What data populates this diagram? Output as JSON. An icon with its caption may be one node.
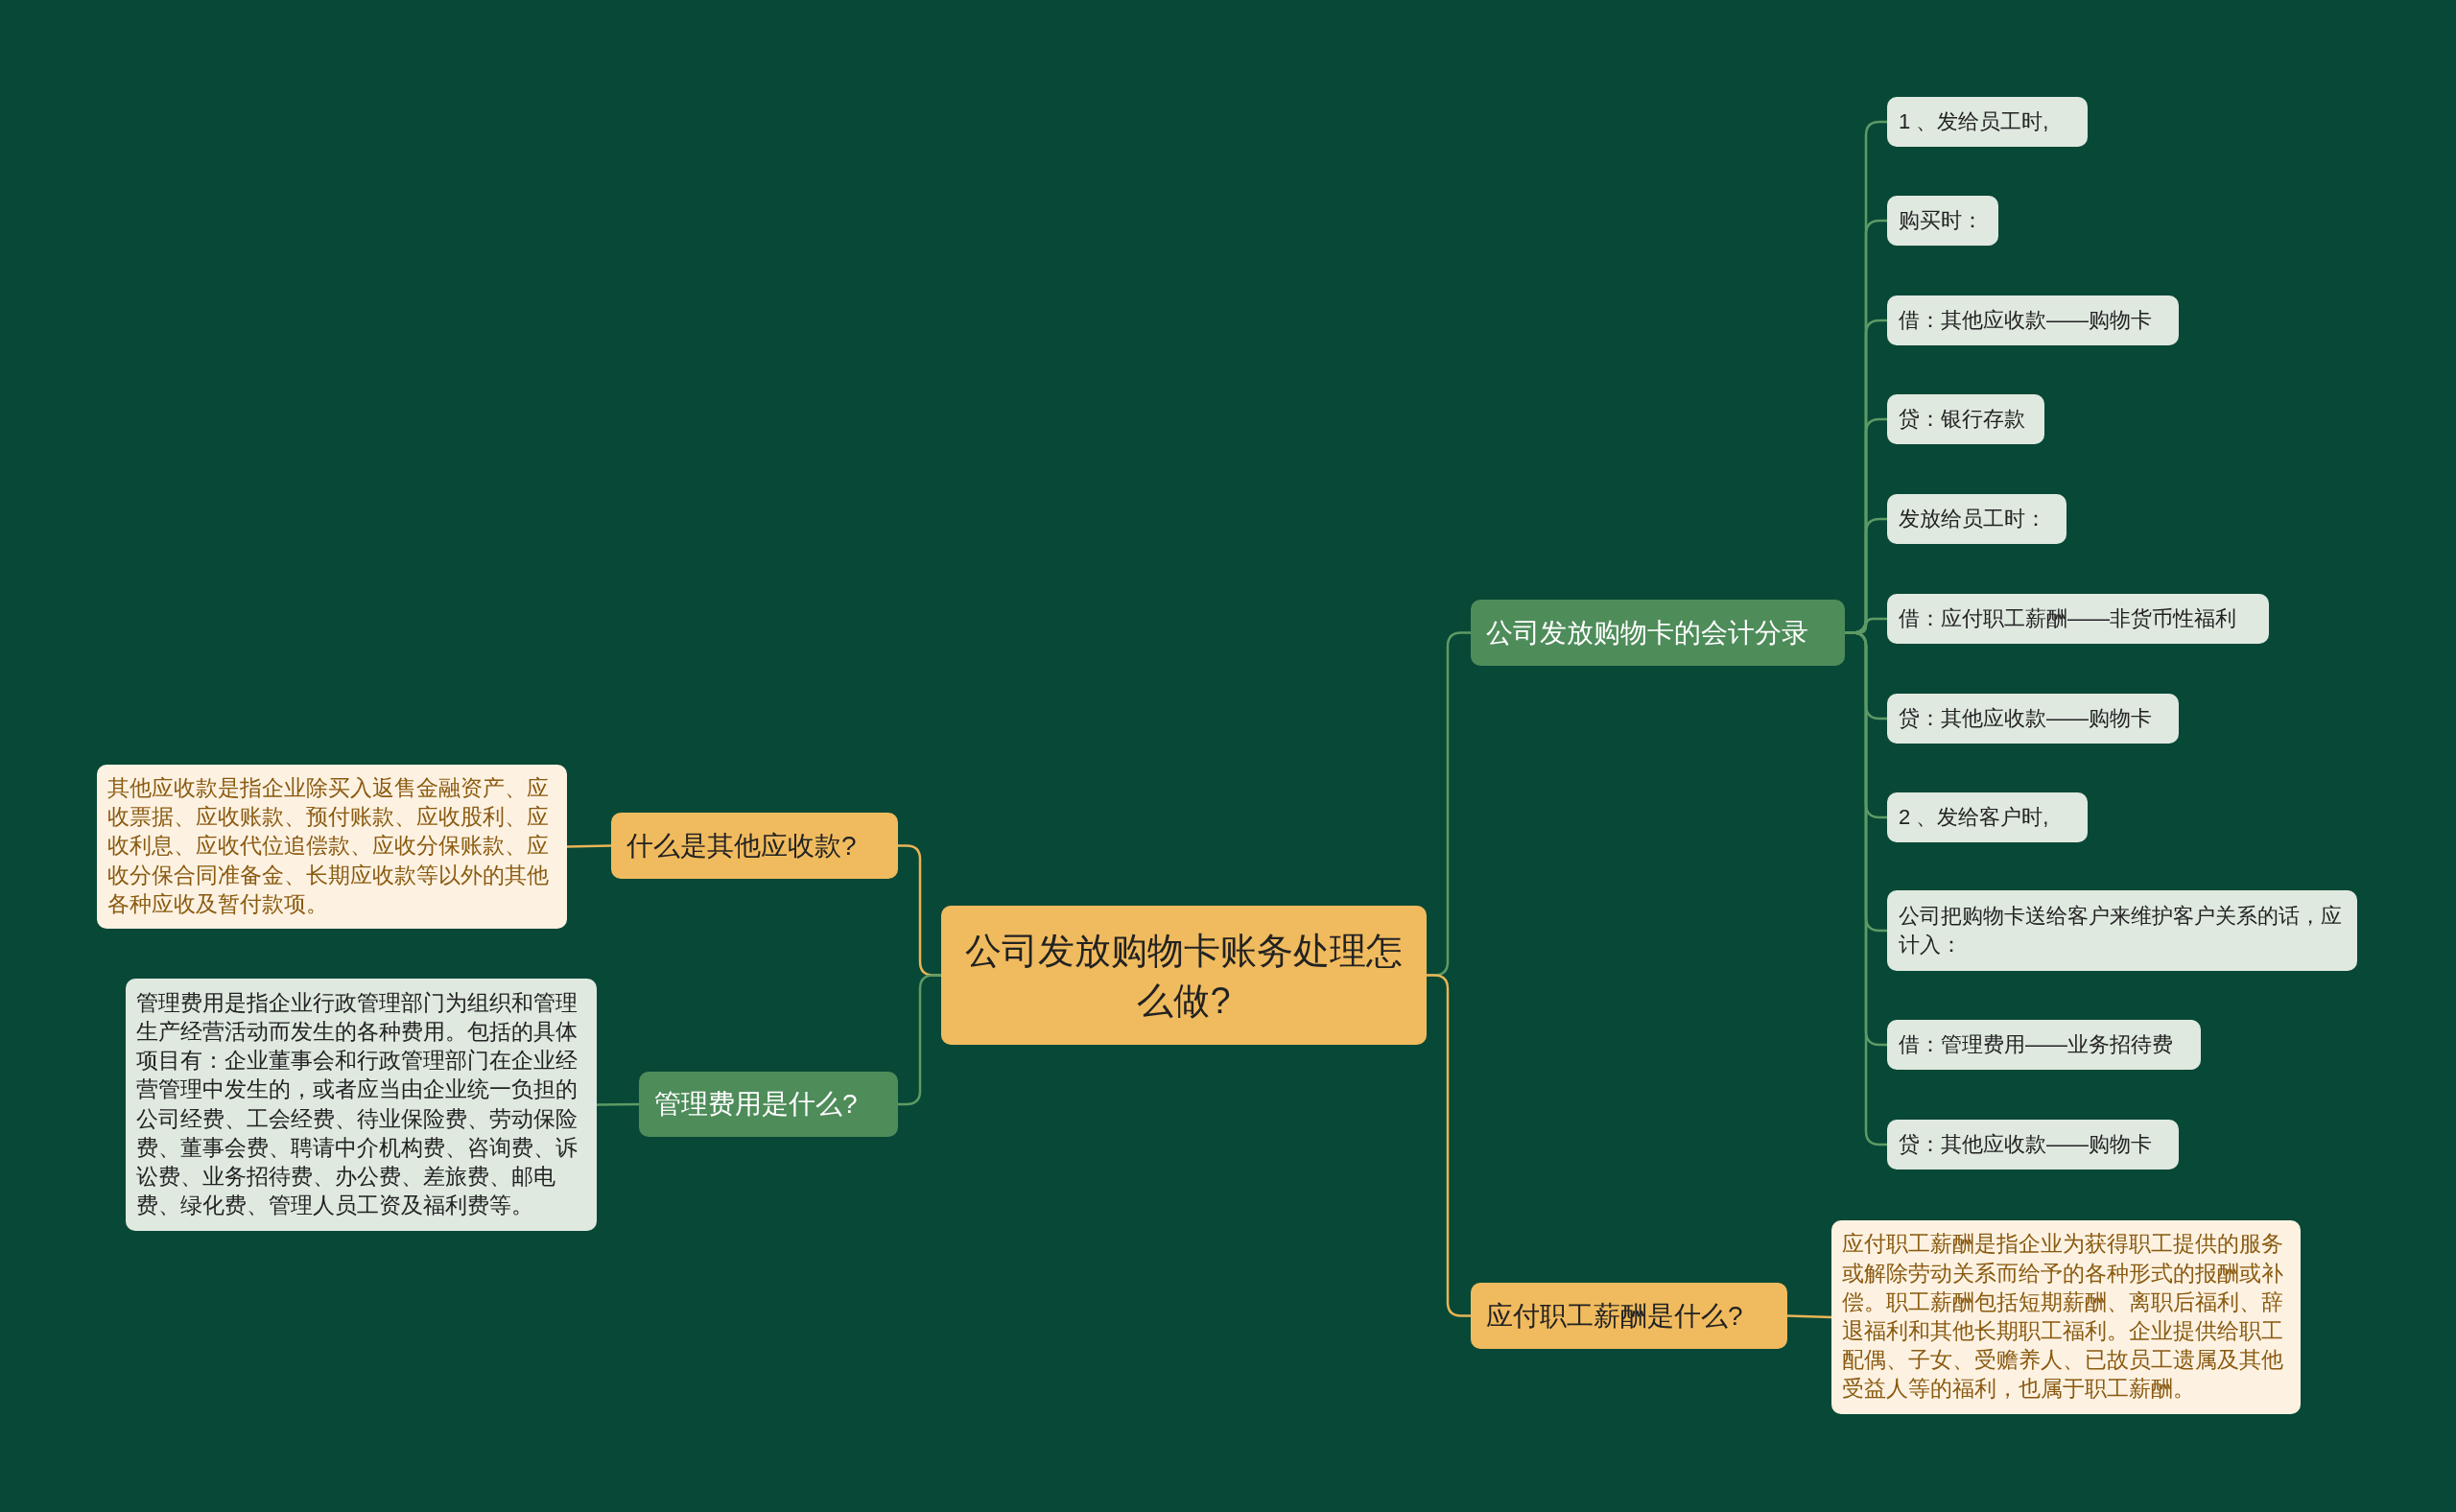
{
  "diagram": {
    "nodes": [
      {
        "text": [
          "公司发放购物卡账务处理怎么做?"
        ]
      },
      {
        "text": [
          "什么是其他应收款?"
        ]
      },
      {
        "text": [
          "其他应收款是指企业除买入返售金融资产、应收票据、应收账款、预付账款、应收股利、应收利息、应收代位追偿款、应收分保账款、应收分保合同准备金、长期应收款等以外的其他各种应收及暂付款项。"
        ]
      },
      {
        "text": [
          "管理费用是什么?"
        ]
      },
      {
        "text": [
          "管理费用是指企业行政管理部门为组织和管理生产经营活动而发生的各种费用。包括的具体项目有：企业董事会和行政管理部门在企业经营管理中发生的，或者应当由企业统一负担的公司经费、工会经费、待业保险费、劳动保险费、董事会费、聘请中介机构费、咨询费、诉讼费、业务招待费、办公费、差旅费、邮电费、绿化费、管理人员工资及福利费等。"
        ]
      },
      {
        "text": [
          "公司发放购物卡的会计分录"
        ]
      },
      {
        "text": [
          "1 、发给员工时,"
        ]
      },
      {
        "text": [
          "购买时："
        ]
      },
      {
        "text": [
          "借：其他应收款——购物卡"
        ]
      },
      {
        "text": [
          "贷：银行存款"
        ]
      },
      {
        "text": [
          "发放给员工时："
        ]
      },
      {
        "text": [
          "借：应付职工薪酬——非货币性福利"
        ]
      },
      {
        "text": [
          "贷：其他应收款——购物卡"
        ]
      },
      {
        "text": [
          "2 、发给客户时,"
        ]
      },
      {
        "text": [
          "公司把购物卡送给客户来维护客户关系的话，应计入："
        ]
      },
      {
        "text": [
          "借：管理费用——业务招待费"
        ]
      },
      {
        "text": [
          "贷：其他应收款——购物卡"
        ]
      },
      {
        "text": [
          "应付职工薪酬是什么?"
        ]
      },
      {
        "text": [
          "应付职工薪酬是指企业为获得职工提供的服务或解除劳动关系而给予的各种形式的报酬或补偿。职工薪酬包括短期薪酬、离职后福利、辞退福利和其他长期职工福利。企业提供给职工配偶、子女、受赡养人、已故员工遗属及其他受益人等的福利，也属于职工薪酬。"
        ]
      }
    ],
    "edges": [
      {
        "from": 0,
        "to": 1,
        "arrow": "none",
        "color": "#e8b455"
      },
      {
        "from": 1,
        "to": 2,
        "arrow": "none",
        "color": "#e8b455"
      },
      {
        "from": 0,
        "to": 3,
        "arrow": "none"
      },
      {
        "from": 3,
        "to": 4,
        "arrow": "none"
      },
      {
        "from": 0,
        "to": 5,
        "arrow": "none"
      },
      {
        "from": 5,
        "to": 6,
        "arrow": "none"
      },
      {
        "from": 5,
        "to": 7,
        "arrow": "none"
      },
      {
        "from": 5,
        "to": 8,
        "arrow": "none"
      },
      {
        "from": 5,
        "to": 9,
        "arrow": "none"
      },
      {
        "from": 5,
        "to": 10,
        "arrow": "none"
      },
      {
        "from": 5,
        "to": 11,
        "arrow": "none"
      },
      {
        "from": 5,
        "to": 12,
        "arrow": "none"
      },
      {
        "from": 5,
        "to": 13,
        "arrow": "none"
      },
      {
        "from": 5,
        "to": 14,
        "arrow": "none"
      },
      {
        "from": 5,
        "to": 15,
        "arrow": "none"
      },
      {
        "from": 5,
        "to": 16,
        "arrow": "none"
      },
      {
        "from": 0,
        "to": 17,
        "arrow": "none",
        "color": "#e8b455"
      },
      {
        "from": 17,
        "to": 18,
        "arrow": "none",
        "color": "#e8b455"
      }
    ]
  }
}
